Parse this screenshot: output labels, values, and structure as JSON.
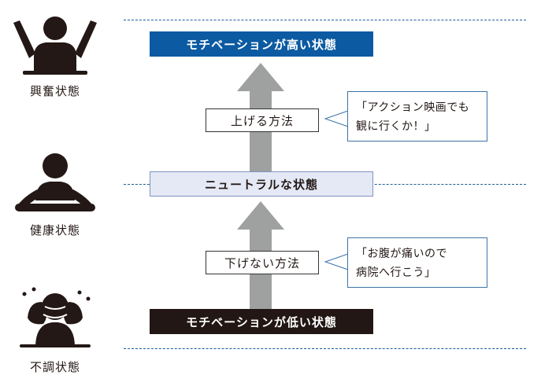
{
  "states": {
    "high": "モチベーションが高い状態",
    "neutral": "ニュートラルな状態",
    "low": "モチベーションが低い状態"
  },
  "figures": {
    "excited": "興奮状態",
    "healthy": "健康状態",
    "unwell": "不調状態"
  },
  "methods": {
    "raise": "上げる方法",
    "avoid_lowering": "下げない方法"
  },
  "bubbles": {
    "raise": {
      "line1": "「アクション映画でも",
      "line2": "観に行くか！」"
    },
    "avoid_lowering": {
      "line1": "「お腹が痛いので",
      "line2": "病院へ行こう」"
    }
  },
  "colors": {
    "high_box": "#0b5aa2",
    "neutral_box": "#e4e9f5",
    "low_box": "#221714",
    "arrow": "#9fa0a0",
    "dashed_line": "#1a5e9a",
    "bubble_border": "#3c73a8"
  },
  "icons": [
    "arms-raised-person-icon",
    "relaxed-person-icon",
    "head-in-hands-person-icon",
    "up-arrow-icon",
    "speech-bubble-icon"
  ]
}
